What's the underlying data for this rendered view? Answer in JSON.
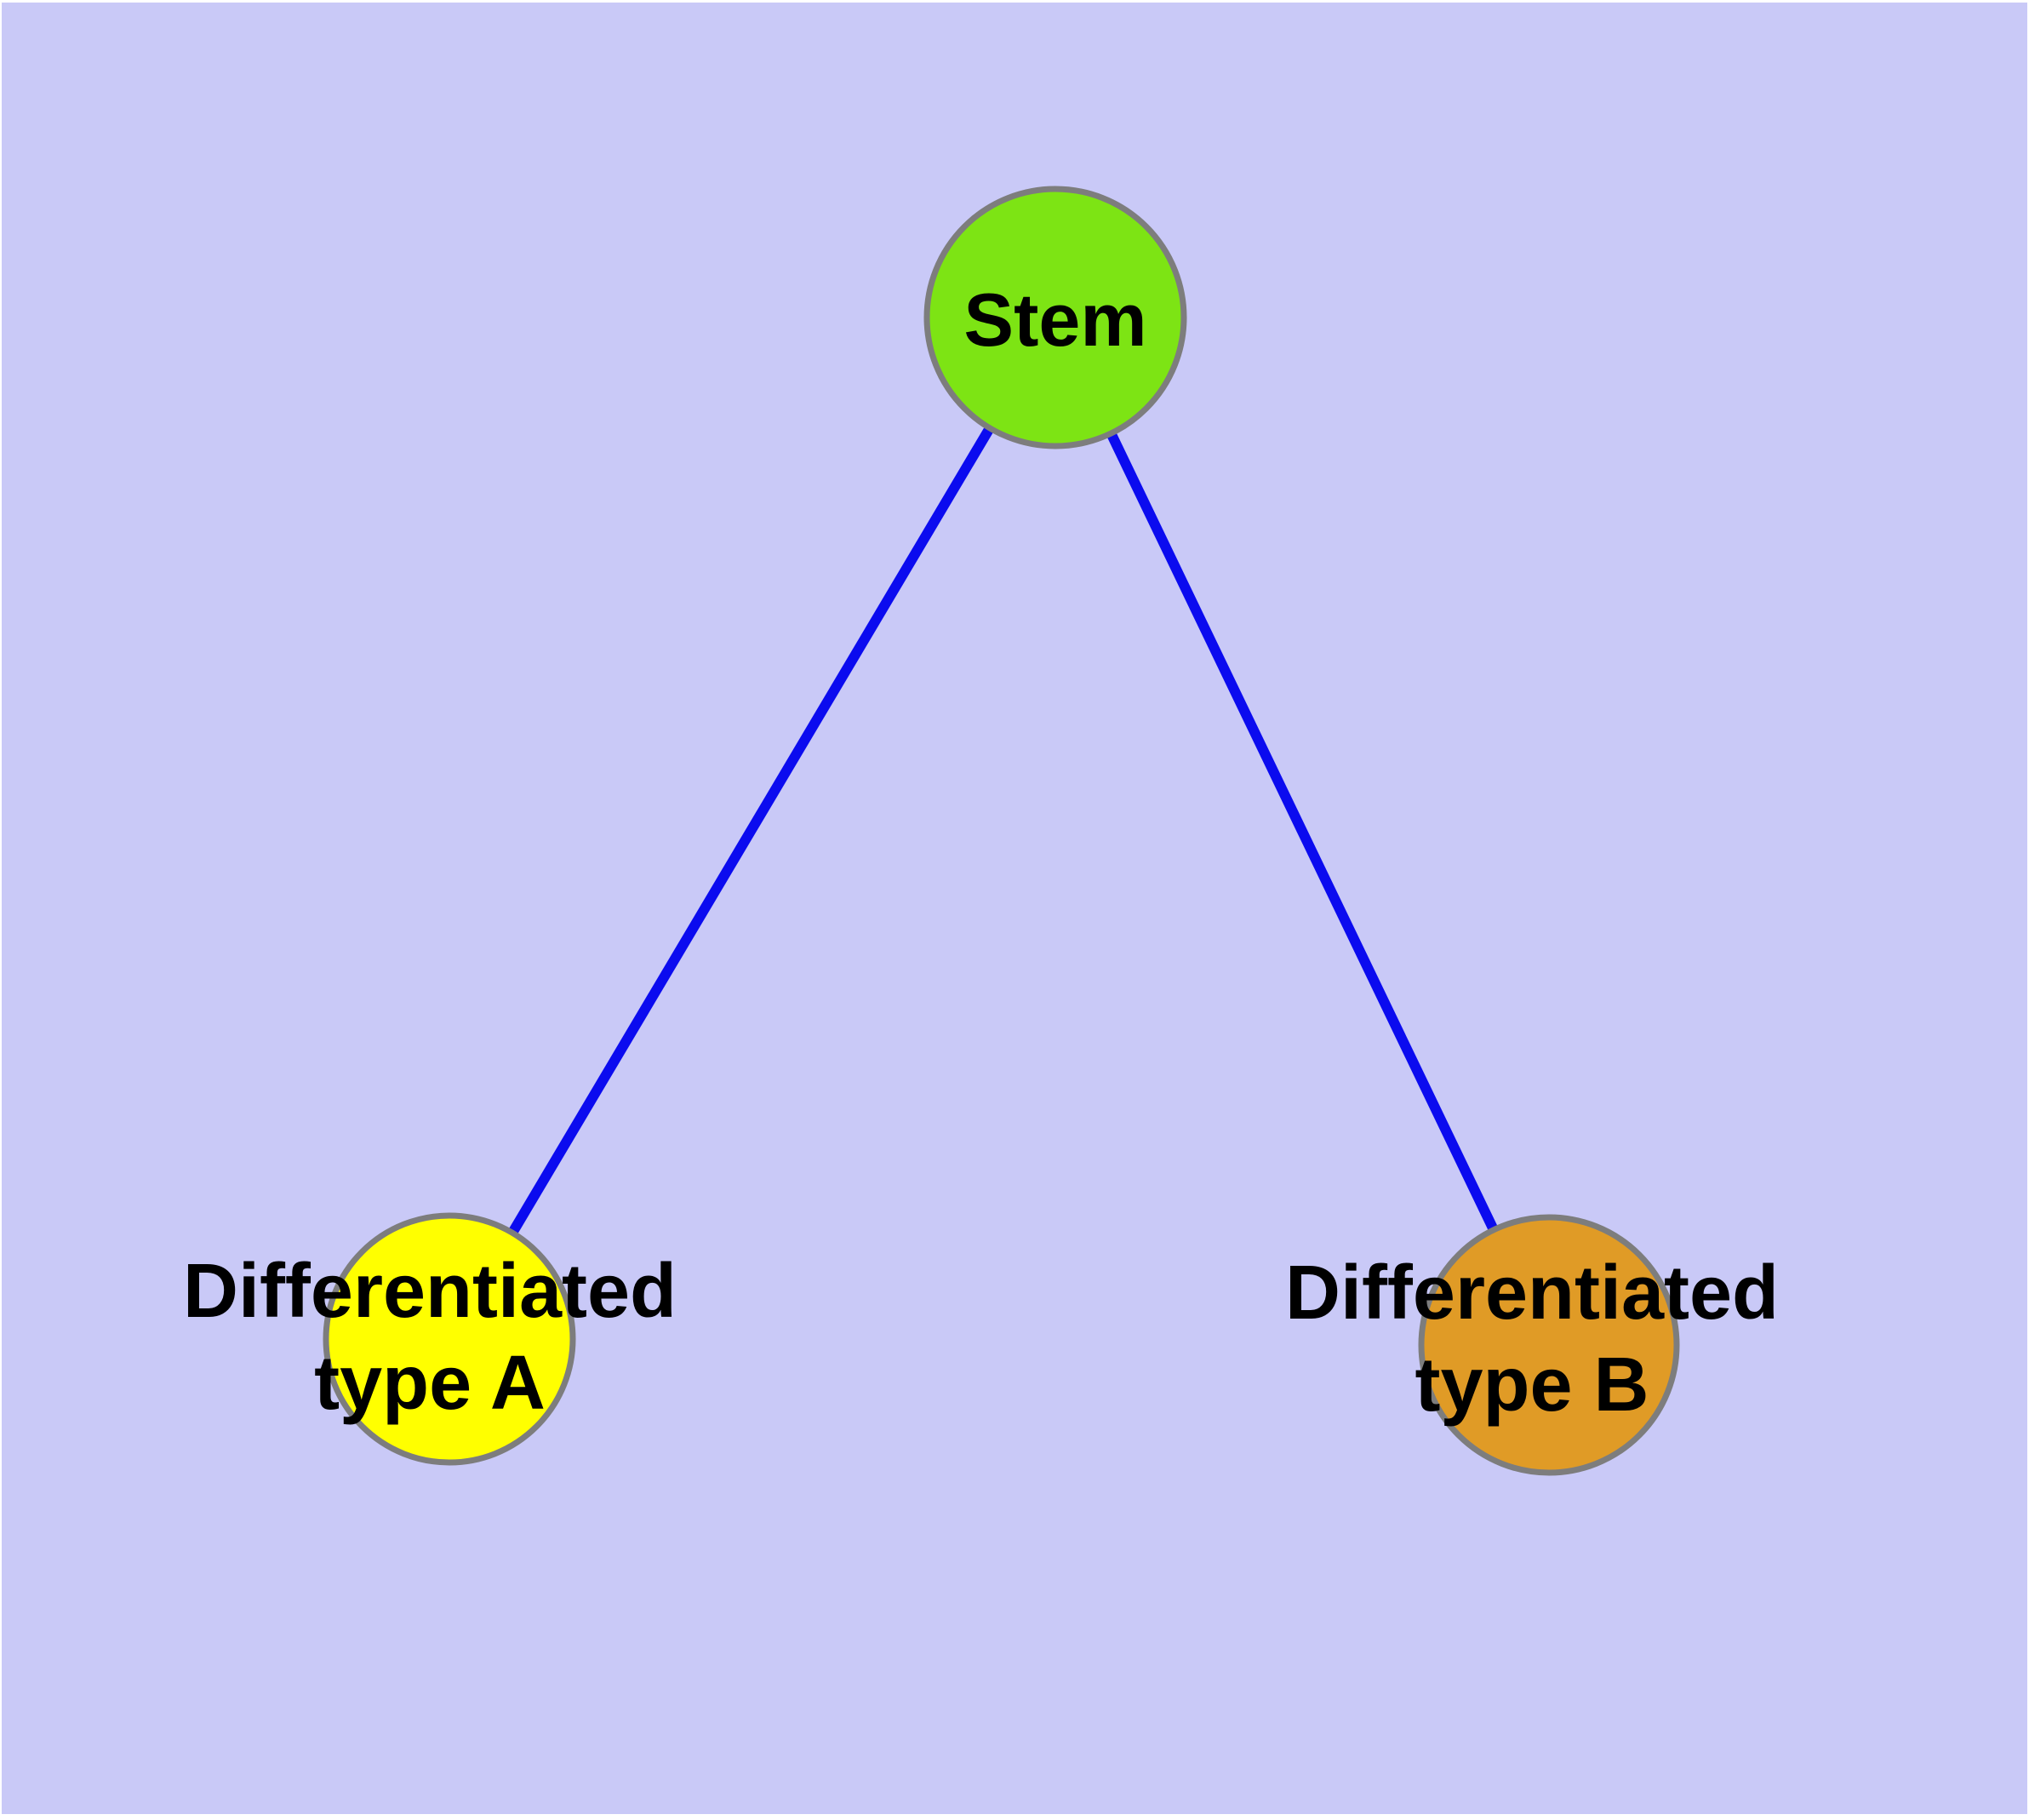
{
  "diagram": {
    "type": "graph",
    "background_color": "#c9c9f7",
    "page_margin_color": "#ffffff",
    "edge_color": "#0b0bef",
    "node_border_color": "#7d7d7d",
    "label_color": "#000000",
    "nodes": [
      {
        "id": "stem",
        "label": "Stem",
        "lines": [
          "Stem"
        ],
        "fill": "#7de414"
      },
      {
        "id": "differentiated-type-a",
        "label": "Differentiated type A",
        "lines": [
          "Differentiated",
          "type A"
        ],
        "fill": "#ffff00"
      },
      {
        "id": "differentiated-type-b",
        "label": "Differentiated type B",
        "lines": [
          "Differentiated",
          "type B"
        ],
        "fill": "#e09b26"
      }
    ],
    "edges": [
      {
        "from": "Stem",
        "to": "Differentiated type A"
      },
      {
        "from": "Stem",
        "to": "Differentiated type B"
      }
    ]
  }
}
